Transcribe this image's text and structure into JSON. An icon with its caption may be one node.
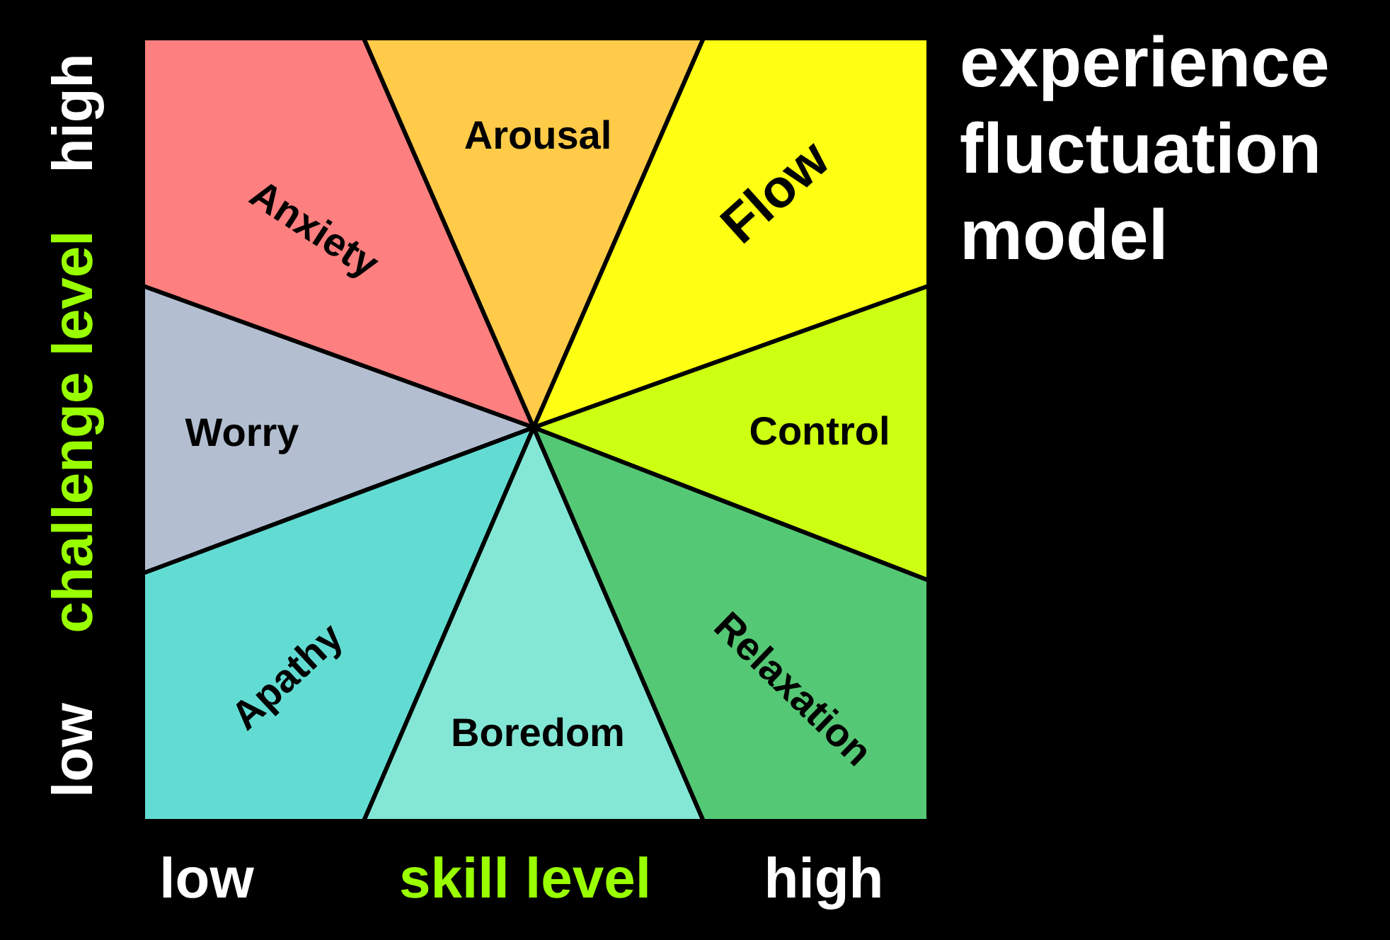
{
  "diagram": {
    "title": "experience fluctuation model",
    "nodes": [
      {
        "text": [
          "Anxiety"
        ]
      },
      {
        "text": [
          "Arousal"
        ]
      },
      {
        "text": [
          "Flow"
        ]
      },
      {
        "text": [
          "Worry"
        ]
      },
      {
        "text": [
          "Control"
        ]
      },
      {
        "text": [
          "Apathy"
        ]
      },
      {
        "text": [
          "Boredom"
        ]
      },
      {
        "text": [
          "Relaxation"
        ]
      }
    ],
    "labels": [
      "high",
      "challenge level",
      "low",
      "low",
      "skill level",
      "high"
    ]
  }
}
